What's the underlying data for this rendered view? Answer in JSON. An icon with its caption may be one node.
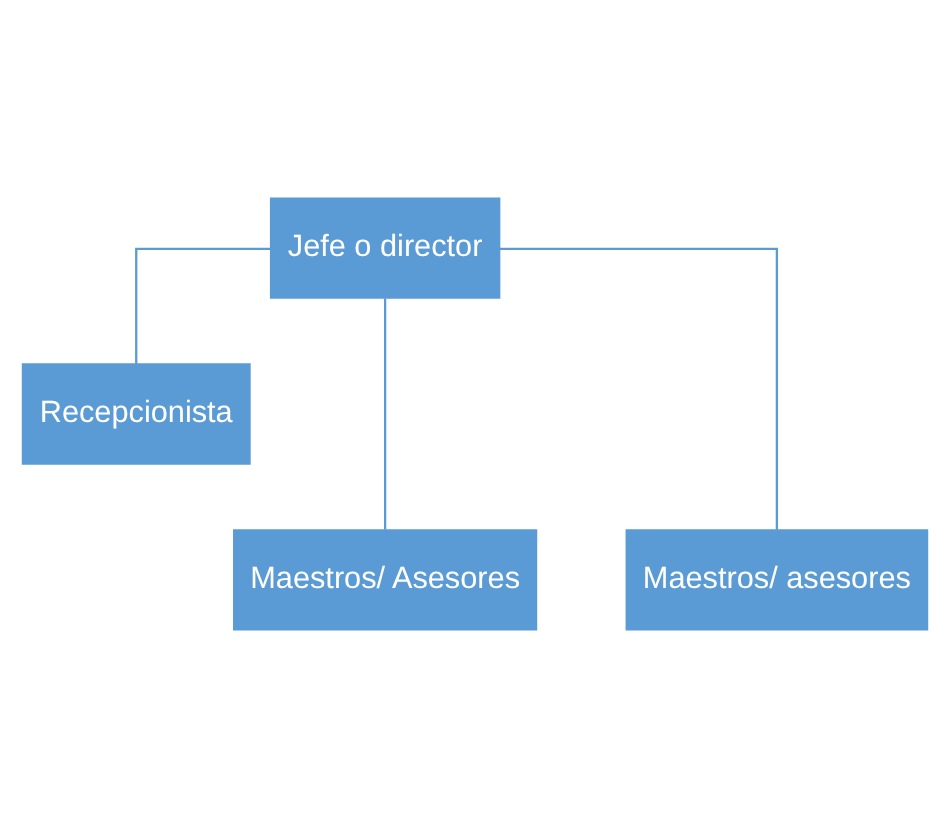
{
  "diagram": {
    "nodes": [
      {
        "text": [
          "Jefe o director"
        ]
      },
      {
        "text": [
          "Recepcionista"
        ]
      },
      {
        "text": [
          "Maestros/ Asesores"
        ]
      },
      {
        "text": [
          "Maestros/ asesores"
        ]
      }
    ],
    "edges": [
      {
        "from": 0,
        "to": 1,
        "arrow": "none"
      },
      {
        "from": 0,
        "to": 2,
        "arrow": "none"
      },
      {
        "from": 0,
        "to": 3,
        "arrow": "none"
      }
    ]
  }
}
